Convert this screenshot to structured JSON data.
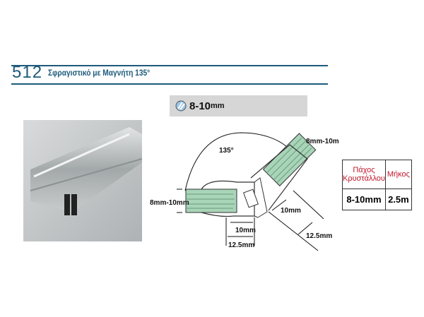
{
  "header": {
    "code": "512",
    "title": "Σφραγιστικό με Μαγνήτη 135°"
  },
  "thickness_badge": {
    "icon": "glass-thickness-icon",
    "value": "8-10",
    "unit": "mm"
  },
  "diagram": {
    "angle": "135°",
    "glass_left": "8mm-10mm",
    "glass_right": "8mm-10mm",
    "dim_inner_bottom": "10mm",
    "dim_outer_bottom": "12.5mm",
    "dim_inner_right": "10mm",
    "dim_outer_right": "12.5mm"
  },
  "spec_table": {
    "headers": [
      "Πάχος Κρυστάλλου",
      "Μήκος"
    ],
    "values": [
      "8-10mm",
      "2.5m"
    ]
  },
  "colors": {
    "brand": "#1d5a7a",
    "header_red": "#c0152a",
    "glass": "#a8d4b8"
  }
}
